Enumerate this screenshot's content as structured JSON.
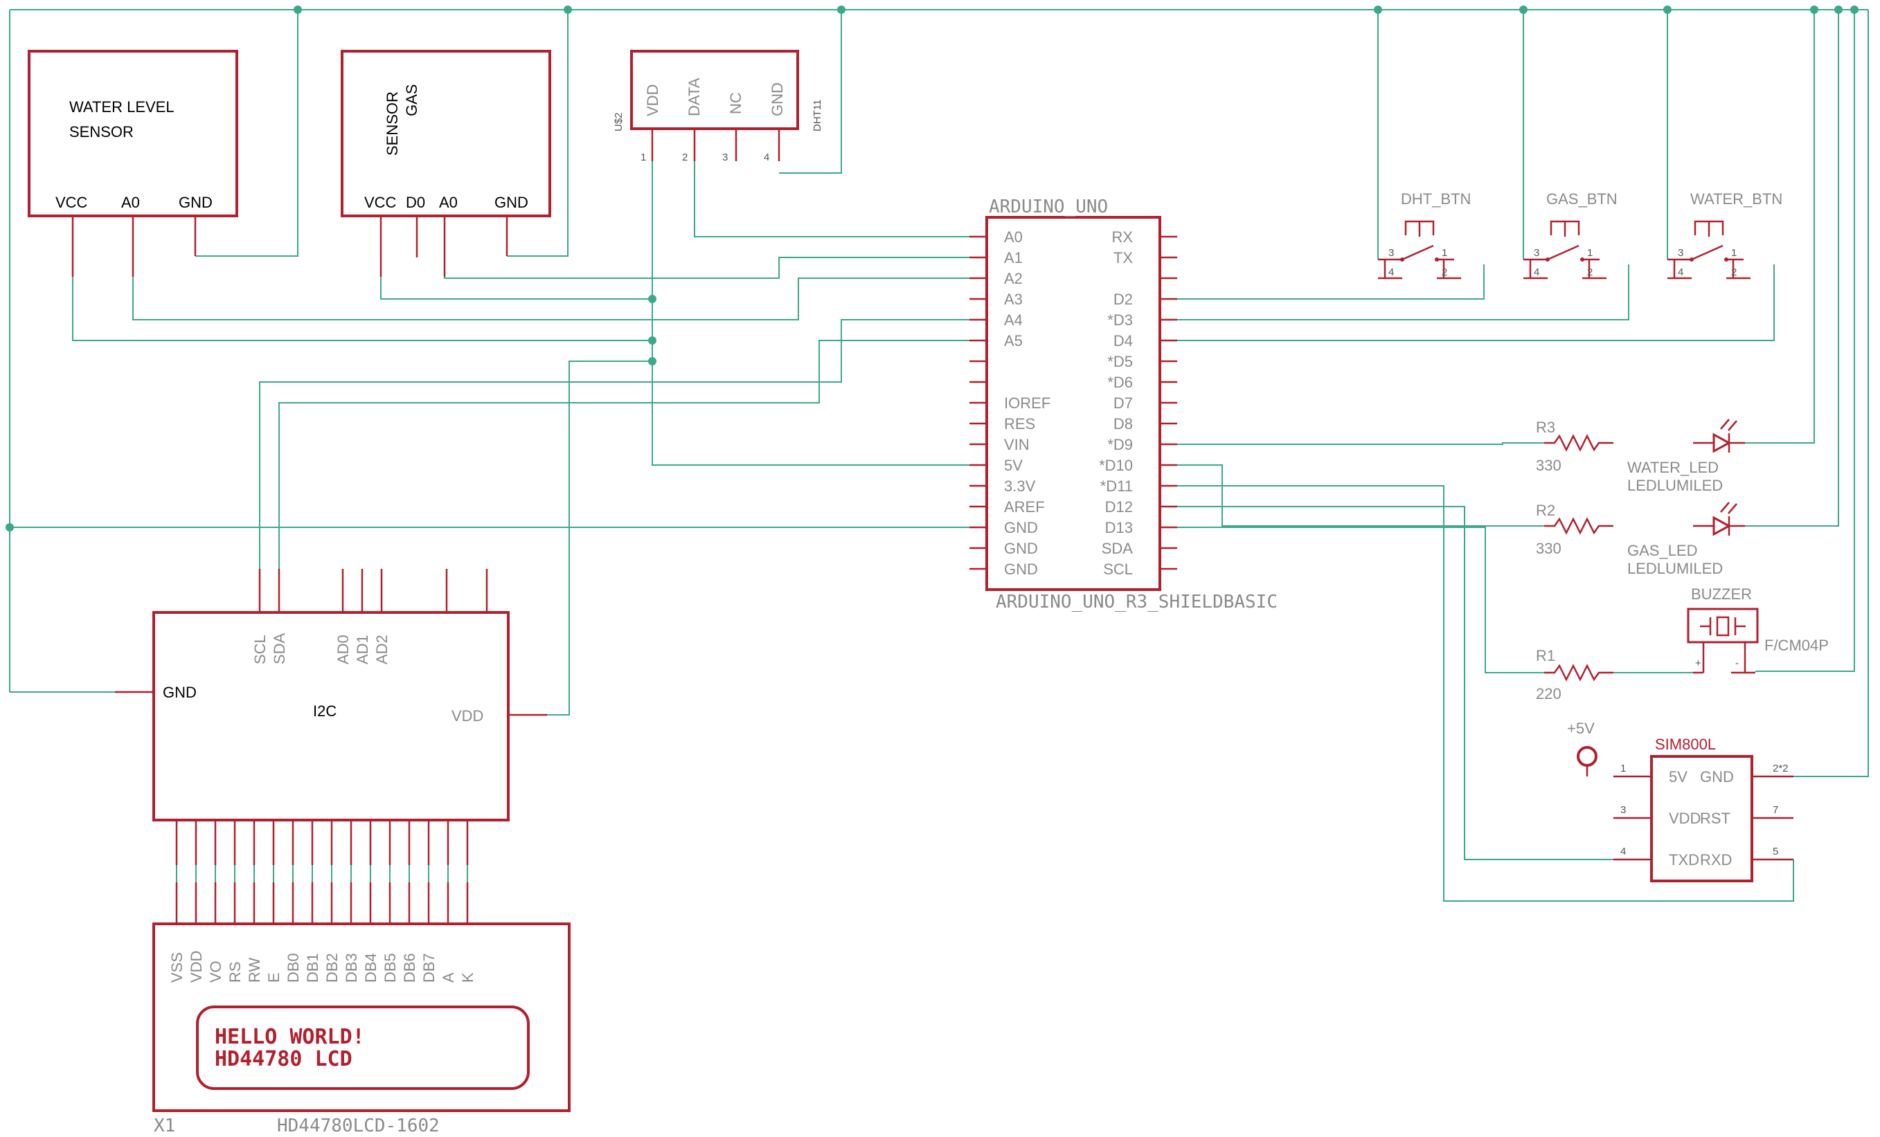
{
  "water_sensor": {
    "line1": "WATER LEVEL",
    "line2": "SENSOR",
    "pins": [
      "VCC",
      "A0",
      "GND"
    ]
  },
  "gas_sensor": {
    "line1": "SENSOR",
    "line2": "GAS",
    "pins": [
      "VCC",
      "D0",
      "A0",
      "GND"
    ]
  },
  "dht11": {
    "part": "DHT11",
    "ref": "U$2",
    "pins": [
      "VDD",
      "DATA",
      "NC",
      "GND"
    ],
    "pin_numbers": [
      "1",
      "2",
      "3",
      "4"
    ]
  },
  "arduino": {
    "name": "ARDUINO_UNO",
    "value": "ARDUINO_UNO_R3_SHIELDBASIC",
    "left_pins": [
      "A0",
      "A1",
      "A2",
      "A3",
      "A4",
      "A5",
      "",
      "",
      "IOREF",
      "RES",
      "VIN",
      "5V",
      "3.3V",
      "AREF",
      "GND",
      "GND",
      "GND"
    ],
    "right_pins": [
      "RX",
      "TX",
      "",
      "D2",
      "*D3",
      "D4",
      "*D5",
      "*D6",
      "D7",
      "D8",
      "*D9",
      "*D10",
      "*D11",
      "D12",
      "D13",
      "SDA",
      "SCL"
    ]
  },
  "buttons": [
    {
      "name": "DHT_BTN",
      "pins": [
        "3",
        "1",
        "4",
        "2"
      ]
    },
    {
      "name": "GAS_BTN",
      "pins": [
        "3",
        "1",
        "4",
        "2"
      ]
    },
    {
      "name": "WATER_BTN",
      "pins": [
        "3",
        "1",
        "4",
        "2"
      ]
    }
  ],
  "resistors": [
    {
      "name": "R3",
      "value": "330"
    },
    {
      "name": "R2",
      "value": "330"
    },
    {
      "name": "R1",
      "value": "220"
    }
  ],
  "leds": [
    {
      "name": "WATER_LED",
      "value": "LEDLUMILED"
    },
    {
      "name": "GAS_LED",
      "value": "LEDLUMILED"
    }
  ],
  "buzzer": {
    "name": "BUZZER",
    "value": "F/CM04P",
    "plus": "+",
    "minus": "-"
  },
  "supply": {
    "label": "+5V"
  },
  "sim800l": {
    "name": "SIM800L",
    "rows": [
      {
        "left_num": "1",
        "left": "5V",
        "right": "GND",
        "right_num": "2*2"
      },
      {
        "left_num": "3",
        "left": "VDD",
        "right": "RST",
        "right_num": "7"
      },
      {
        "left_num": "4",
        "left": "TXD",
        "right": "RXD",
        "right_num": "5"
      }
    ]
  },
  "i2c": {
    "name": "I2C",
    "gnd": "GND",
    "vdd": "VDD",
    "top_pins": [
      "SCL",
      "SDA",
      "AD0",
      "AD1",
      "AD2"
    ]
  },
  "lcd": {
    "ref": "X1",
    "value": "HD44780LCD-1602",
    "pins": [
      "VSS",
      "VDD",
      "VO",
      "RS",
      "RW",
      "E",
      "DB0",
      "DB1",
      "DB2",
      "DB3",
      "DB4",
      "DB5",
      "DB6",
      "DB7",
      "A",
      "K"
    ],
    "line1": "HELLO WORLD!",
    "line2": "HD44780 LCD"
  },
  "colors": {
    "component": "#b21f2d",
    "wire": "#3aa98a"
  }
}
